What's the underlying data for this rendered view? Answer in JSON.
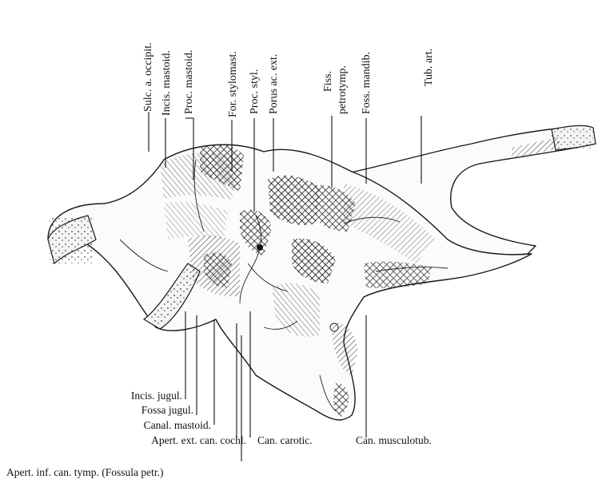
{
  "figure": {
    "labels_top": [
      "Sulc. a. occipit.",
      "Incis. mastoid.",
      "Proc. mastoid.",
      "For. stylomast.",
      "Proc. styl.",
      "Porus ac. ext.",
      "Fiss.",
      "petrotymp.",
      "Foss. mandib.",
      "Tub. art."
    ],
    "labels_bottom": [
      "Incis. jugul.",
      "Fossa jugul.",
      "Canal. mastoid.",
      "Apert. ext. can. cochl.",
      "Can. carotic.",
      "Can. musculotub.",
      "Apert. inf. can. tymp. (Fossula petr.)"
    ]
  }
}
